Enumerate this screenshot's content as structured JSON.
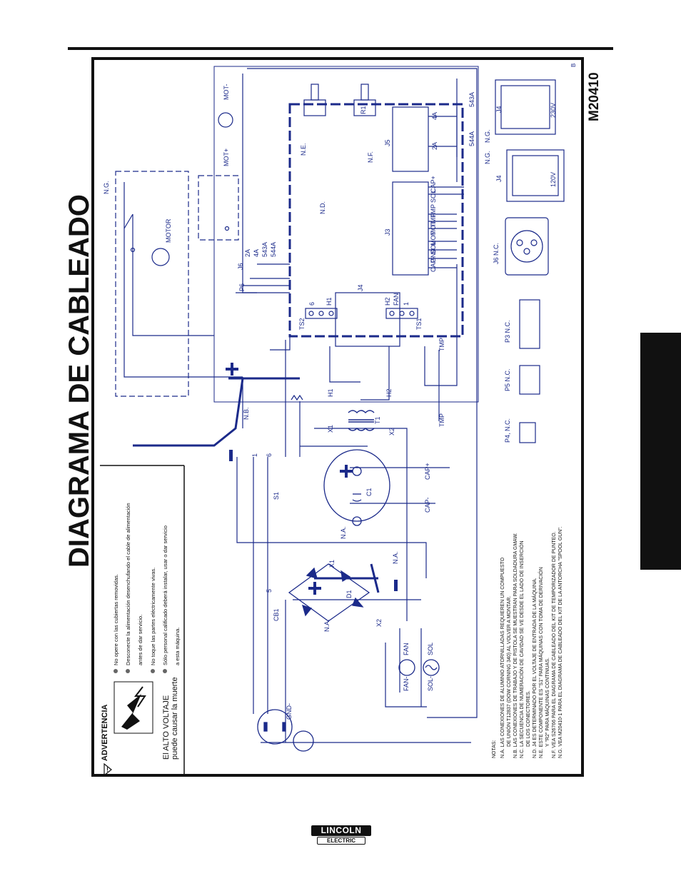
{
  "page": {
    "title": "DIAGRAMA DE CABLEADO",
    "drawing_number": "M20410",
    "revision": "B",
    "logo_top": "LINCOLN",
    "logo_bottom": "ELECTRIC"
  },
  "warning": {
    "heading": "ADVERTENCIA",
    "tagline_1": "El ALTO VOLTAJE",
    "tagline_2": "puede causar la muerte",
    "items": [
      "No opere con las cubiertas removidas.",
      "Desconecte la alimentación desenchufando el cable de alimentación",
      "antes de dar servicio.",
      "No toque las partes eléctricamente vivas.",
      "Sólo personal calificado deberá instalar, usar o dar servicio",
      "a esta máquina."
    ]
  },
  "notes": {
    "heading": "NOTAS:",
    "lines": [
      "N.A.  LAS CONEXIONES DE ALUMINIO ATORNILLADAS REQUIEREN UN COMPUESTO",
      "DE UNIÓN T12837 (DOW CORNING 340) AL VOLVER A MONTAR.",
      "N.B. LAS CONEXIONES DE TRABAJO Y DE PISTOLA SE MUESTRAN PARA SOLDADURA GMAW.",
      "N.C.  LA SECUENCIA DE NUMERACIÓN DE CAVIDAD SE VE DESDE EL LADO DE INSERCIÓN",
      "DE LOS CONECTORES.",
      "N.D.  J4 ES DETERMINADO POR EL VOLTAJE DE ENTRADA DE LA MÁQUINA.",
      "N.E.  ESTE COMPONENTE ES \"S1\" PARA MÁQUINAS CON TOMA DE DERIVACIÓN",
      "Y \"R2\" PARA MÁQUINAS CONTINUAS.",
      "N.F.  VEA S26766 PARA EL DIAGRAMA DE CABLEADO DEL KIT DE TEMPORIZADOR DE PUNTEO.",
      "N.G. VEA M20410-1 PARA EL DIAGRAMA DE CABLEADO DEL KIT DE LA ANTORCHA \"SPOOL GUN\"."
    ]
  },
  "labels": {
    "na": "N.A.",
    "nb": "N.B.",
    "nc": "N.C.",
    "nd": "N.D.",
    "ne": "N.E.",
    "nf": "N.F.",
    "ng": "N.G.",
    "motor": "MOTOR",
    "mot_plus": "MOT+",
    "mot_minus": "MOT-",
    "mot": "MOT",
    "fan": "FAN",
    "fan_minus": "FAN-",
    "sol": "SOL",
    "sol_minus": "SOL-",
    "gnd": "GND",
    "gnd_minus": "GND-",
    "cap_plus": "CAP+",
    "cap_minus": "CAP-",
    "tmp": "TMP",
    "ts1": "TS1",
    "ts2": "TS2",
    "t1": "T1",
    "c1": "C1",
    "d1": "D1",
    "cb1": "CB1",
    "s1": "S1",
    "r1": "R1",
    "h1": "H1",
    "h2": "H2",
    "x1": "X1",
    "x2": "X2",
    "j3": "J3",
    "j4": "J4",
    "j5": "J5",
    "j6": "J6",
    "p3": "P3",
    "p4": "P4",
    "p5": "P5",
    "p6": "P6",
    "w2a": "2A",
    "w4a": "4A",
    "w543a": "543A",
    "w544a": "544A",
    "v120": "120V",
    "v230": "230V",
    "wire1": "1",
    "wire5": "5",
    "wire6": "6",
    "j6_nc": "J6  N.C.",
    "p3_nc": "P3  N.C.",
    "p4_nc": "P4, N.C.",
    "p5_nc": "P5  N.C."
  }
}
